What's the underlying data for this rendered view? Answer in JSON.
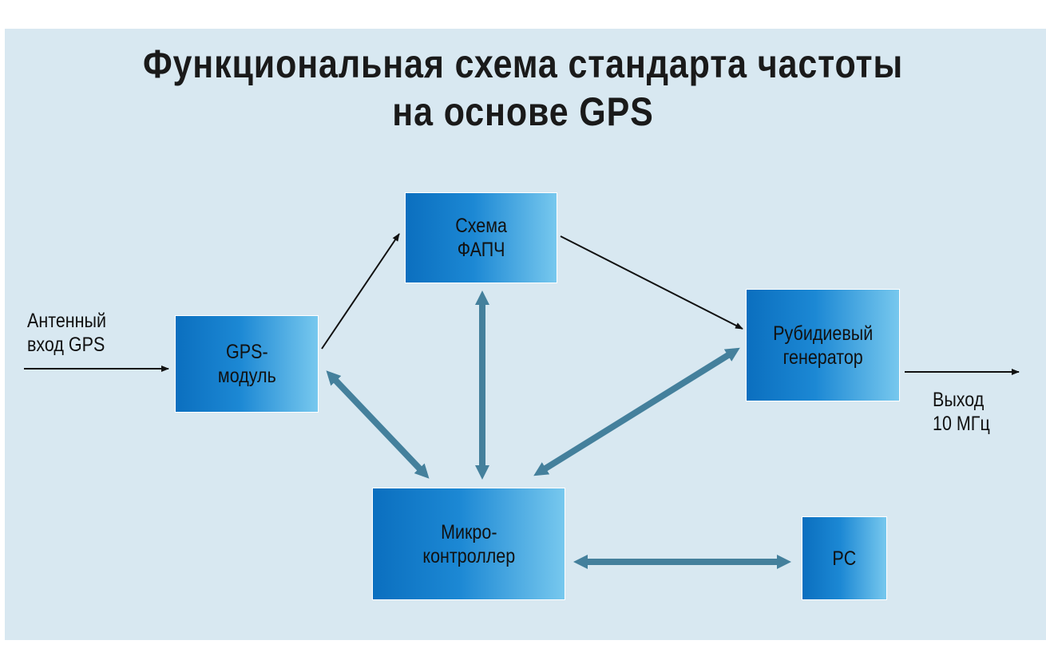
{
  "title": {
    "line1": "Функциональная схема стандарта частоты",
    "line2": "на основе GPS"
  },
  "blocks": {
    "pll": "Схема\nФАПЧ",
    "gps_module": "GPS-\nмодуль",
    "rubidium": "Рубидиевый\nгенератор",
    "microcontroller": "Микро-\nконтроллер",
    "pc": "PC"
  },
  "labels": {
    "antenna_input": "Антенный\nвход GPS",
    "output": "Выход\n10 МГц"
  },
  "colors": {
    "background": "#d8e8f1",
    "block_dark": "#0b6fbf",
    "block_light": "#77c8ee",
    "thick_arrow": "#44809c",
    "thin_arrow": "#111111"
  }
}
